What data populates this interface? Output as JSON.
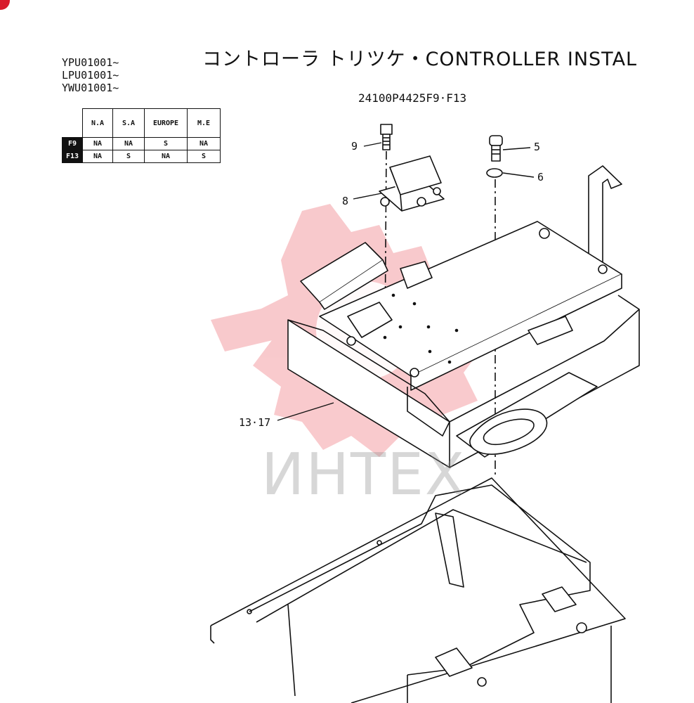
{
  "title": "コントローラ トリツケ・CONTROLLER INSTAL",
  "serials": [
    "YPU01001~",
    "LPU01001~",
    "YWU01001~"
  ],
  "part_code": "24100P4425F9·F13",
  "spec_table": {
    "columns": [
      "N.A",
      "S.A",
      "EUROPE",
      "M.E"
    ],
    "rows": [
      {
        "label": "F9",
        "cells": [
          "NA",
          "NA",
          "S",
          "NA"
        ]
      },
      {
        "label": "F13",
        "cells": [
          "NA",
          "S",
          "NA",
          "S"
        ]
      }
    ]
  },
  "callouts": {
    "bolt_9": "9",
    "bolt_5": "5",
    "washer_6": "6",
    "relay_8": "8",
    "controller_13_17": "13·17"
  },
  "watermark": {
    "text": "ИНТЕХ",
    "color": "#e8414a"
  },
  "colors": {
    "line": "#111111",
    "corner_mark": "#d81b2c"
  }
}
